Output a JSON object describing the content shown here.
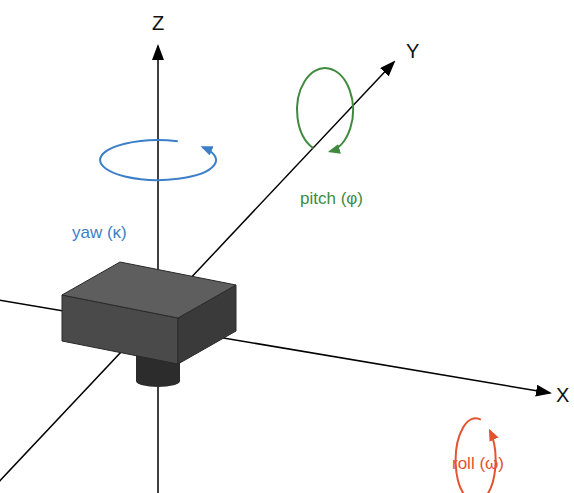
{
  "diagram": {
    "labels": [
      "Z",
      "Y",
      "X",
      "yaw (κ)",
      "pitch (φ)",
      "roll (ω)"
    ]
  }
}
